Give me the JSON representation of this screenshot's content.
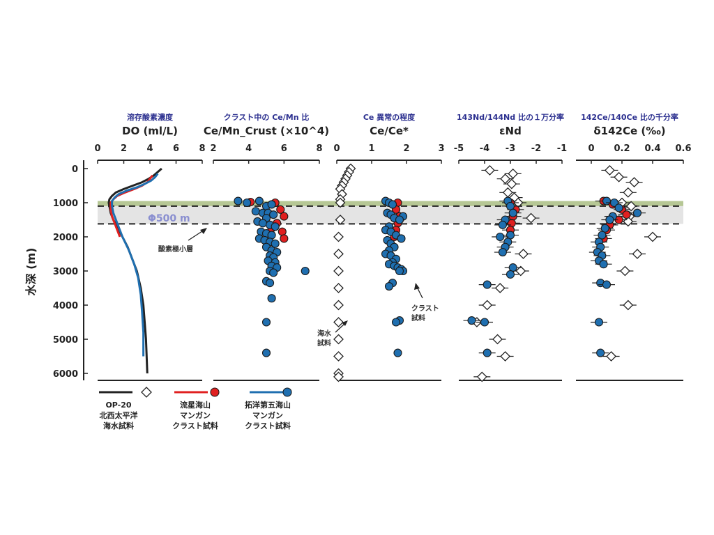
{
  "y_axis": {
    "label": "水深 (m)",
    "range": [
      0,
      6200
    ],
    "ticks": [
      "0",
      "1000",
      "2000",
      "3000",
      "4000",
      "5000",
      "6000"
    ]
  },
  "bands": {
    "omz_label": "酸素極小層",
    "thickness_label": "Φ500 m",
    "green_range": [
      950,
      1100
    ],
    "gray_range": [
      1100,
      1620
    ]
  },
  "annotations": {
    "crust": "クラスト\n試料",
    "seawater": "海水\n試料"
  },
  "legend": [
    {
      "name": "OP-20\n北西太平洋\n海水試料",
      "color": "#222222",
      "marker": "diamond"
    },
    {
      "name": "流星海山\nマンガン\nクラスト試料",
      "color": "#e02020",
      "marker": "circle"
    },
    {
      "name": "拓洋第五海山\nマンガン\nクラスト試料",
      "color": "#1f6fb0",
      "marker": "circle"
    }
  ],
  "chart_data": [
    {
      "type": "line",
      "panel_jp": "溶存酸素濃度",
      "title": "DO (ml/L)",
      "xlim": [
        0,
        8
      ],
      "xticks": [
        "0",
        "2",
        "4",
        "6",
        "8"
      ],
      "series": [
        {
          "name": "OP-20",
          "color": "#222222",
          "x": [
            4.9,
            4.6,
            4.3,
            3.9,
            3.4,
            2.7,
            2.0,
            1.4,
            1.1,
            0.9,
            0.85,
            0.9,
            1.0,
            1.2,
            1.5,
            1.9,
            2.3,
            2.7,
            3.0,
            3.3,
            3.5,
            3.6,
            3.7,
            3.8
          ],
          "y": [
            0,
            100,
            200,
            300,
            400,
            500,
            600,
            700,
            800,
            900,
            1000,
            1100,
            1300,
            1500,
            1700,
            2000,
            2300,
            2700,
            3000,
            3500,
            4000,
            4500,
            5000,
            6000
          ]
        },
        {
          "name": "流星海山",
          "color": "#e02020",
          "x": [
            4.2,
            4.0,
            3.8,
            3.4,
            2.8,
            2.1,
            1.5,
            1.2,
            1.0,
            1.0,
            1.1,
            1.3,
            1.5,
            1.7
          ],
          "y": [
            200,
            300,
            400,
            500,
            600,
            700,
            800,
            900,
            1000,
            1200,
            1400,
            1600,
            1800,
            2000
          ]
        },
        {
          "name": "拓洋第五海山",
          "color": "#1f6fb0",
          "x": [
            4.6,
            4.4,
            4.1,
            3.6,
            3.0,
            2.2,
            1.6,
            1.3,
            1.1,
            1.1,
            1.2,
            1.5,
            1.9,
            2.4,
            2.8,
            3.1,
            3.3,
            3.4,
            3.5,
            3.5
          ],
          "y": [
            150,
            250,
            350,
            450,
            550,
            650,
            750,
            850,
            950,
            1100,
            1300,
            1600,
            2000,
            2400,
            2800,
            3200,
            3700,
            4200,
            4800,
            5500
          ]
        }
      ]
    },
    {
      "type": "scatter",
      "panel_jp": "クラスト中の Ce/Mn 比",
      "title": "Ce/Mn_Crust (×10^4)",
      "xlim": [
        2,
        8
      ],
      "xticks": [
        "2",
        "4",
        "6",
        "8"
      ],
      "series": [
        {
          "name": "流星海山",
          "color": "#e02020",
          "x": [
            4.1,
            5.5,
            5.8,
            6.0,
            5.6,
            5.3,
            5.9,
            6.0
          ],
          "y": [
            980,
            1000,
            1200,
            1400,
            1600,
            1750,
            1850,
            2050
          ]
        },
        {
          "name": "拓洋第五海山",
          "color": "#1f6fb0",
          "x": [
            3.4,
            3.9,
            4.6,
            5.0,
            5.3,
            4.4,
            4.8,
            5.1,
            5.4,
            5.0,
            4.5,
            4.8,
            5.2,
            5.5,
            4.7,
            5.0,
            5.3,
            4.6,
            4.9,
            5.2,
            5.5,
            5.0,
            5.3,
            5.6,
            5.2,
            5.4,
            5.1,
            5.5,
            5.3,
            5.6,
            5.2,
            5.4,
            7.2,
            5.0,
            5.2,
            5.3,
            5.0,
            5.0
          ],
          "y": [
            950,
            1000,
            950,
            1100,
            1050,
            1250,
            1300,
            1300,
            1350,
            1450,
            1550,
            1600,
            1650,
            1700,
            1850,
            1900,
            1950,
            2050,
            2100,
            2150,
            2200,
            2300,
            2400,
            2450,
            2550,
            2600,
            2700,
            2750,
            2850,
            2900,
            3000,
            3050,
            3000,
            3300,
            3350,
            3800,
            4500,
            5400
          ]
        }
      ]
    },
    {
      "type": "scatter",
      "panel_jp": "Ce 異常の程度",
      "title": "Ce/Ce*",
      "xlim": [
        0,
        3
      ],
      "xticks": [
        "0",
        "1",
        "2",
        "3"
      ],
      "series": [
        {
          "name": "OP-20",
          "color": "#222222",
          "marker": "diamond",
          "x": [
            0.4,
            0.35,
            0.3,
            0.25,
            0.2,
            0.15,
            0.1,
            0.15,
            0.1,
            0.1,
            0.1,
            0.05,
            0.05,
            0.05,
            0.05,
            0.05,
            0.05,
            0.05,
            0.05,
            0.05,
            0.05
          ],
          "y": [
            0,
            100,
            200,
            300,
            400,
            500,
            600,
            750,
            900,
            1000,
            1500,
            2000,
            2500,
            3000,
            3500,
            4000,
            4500,
            5000,
            5500,
            6000,
            6100
          ]
        },
        {
          "name": "流星海山",
          "color": "#e02020",
          "x": [
            1.75,
            1.7,
            1.8,
            1.75,
            1.7,
            1.65,
            1.8
          ],
          "y": [
            1000,
            1200,
            1400,
            1600,
            1800,
            2000,
            1500
          ]
        },
        {
          "name": "拓洋第五海山",
          "color": "#1f6fb0",
          "x": [
            1.4,
            1.5,
            1.6,
            1.9,
            1.45,
            1.55,
            1.65,
            1.8,
            1.5,
            1.4,
            1.55,
            1.7,
            1.85,
            1.45,
            1.55,
            1.65,
            1.5,
            1.4,
            1.55,
            1.7,
            1.6,
            1.5,
            1.65,
            1.75,
            1.85,
            1.9,
            1.6,
            1.5,
            1.8,
            1.7,
            1.75,
            1.8
          ],
          "y": [
            950,
            1000,
            1050,
            1400,
            1300,
            1350,
            1450,
            1500,
            1700,
            1800,
            1850,
            1950,
            2050,
            2100,
            2200,
            2300,
            2400,
            2500,
            2550,
            2650,
            2750,
            2800,
            2850,
            2900,
            2950,
            3000,
            3350,
            3450,
            4450,
            4500,
            5400,
            3000
          ]
        }
      ]
    },
    {
      "type": "scatter",
      "panel_jp": "143Nd/144Nd 比の１万分率",
      "title": "εNd",
      "xlim": [
        -5,
        -1
      ],
      "xticks": [
        "-5",
        "-4",
        "-3",
        "-2",
        "-1"
      ],
      "series": [
        {
          "name": "OP-20",
          "color": "#222222",
          "marker": "diamond",
          "x": [
            -3.8,
            -2.9,
            -3.2,
            -2.95,
            -3.1,
            -2.85,
            -2.7,
            -2.2,
            -2.5,
            -2.6,
            -3.4,
            -3.9,
            -4.3,
            -3.5,
            -3.2,
            -4.1
          ],
          "y": [
            50,
            150,
            300,
            450,
            700,
            850,
            1000,
            1450,
            2500,
            3000,
            3500,
            4000,
            4500,
            5000,
            5500,
            6100
          ]
        },
        {
          "name": "流星海山",
          "color": "#e02020",
          "x": [
            -3.0,
            -2.8,
            -2.9,
            -2.95,
            -3.0
          ],
          "y": [
            1000,
            1200,
            1400,
            1600,
            1800
          ]
        },
        {
          "name": "拓洋第五海山",
          "color": "#1f6fb0",
          "x": [
            -3.1,
            -3.0,
            -2.9,
            -3.2,
            -3.3,
            -3.0,
            -3.4,
            -3.1,
            -3.2,
            -3.3,
            -2.9,
            -3.0,
            -3.9,
            -4.5,
            -4.0,
            -3.9
          ],
          "y": [
            950,
            1100,
            1300,
            1500,
            1650,
            1950,
            2000,
            2150,
            2300,
            2450,
            2900,
            3100,
            3400,
            4450,
            4500,
            5400
          ]
        }
      ]
    },
    {
      "type": "scatter",
      "panel_jp": "142Ce/140Ce 比の千分率",
      "title": "δ142Ce (‰)",
      "xlim": [
        -0.1,
        0.6
      ],
      "xticks": [
        "0",
        "0.2",
        "0.4",
        "0.6"
      ],
      "series": [
        {
          "name": "OP-20",
          "color": "#222222",
          "marker": "diamond",
          "x": [
            0.12,
            0.18,
            0.28,
            0.24,
            0.2,
            0.26,
            0.25,
            0.24,
            0.4,
            0.3,
            0.22,
            0.24,
            0.13
          ],
          "y": [
            50,
            250,
            400,
            700,
            1000,
            1100,
            1400,
            1550,
            2000,
            2500,
            3000,
            4000,
            5500
          ]
        },
        {
          "name": "流星海山",
          "color": "#e02020",
          "x": [
            0.08,
            0.14,
            0.2,
            0.23,
            0.18,
            0.12,
            0.1,
            0.08
          ],
          "y": [
            950,
            1050,
            1200,
            1350,
            1500,
            1650,
            1800,
            2050
          ]
        },
        {
          "name": "拓洋第五海山",
          "color": "#1f6fb0",
          "x": [
            0.1,
            0.15,
            0.18,
            0.3,
            0.14,
            0.12,
            0.09,
            0.07,
            0.05,
            0.06,
            0.04,
            0.07,
            0.05,
            0.08,
            0.06,
            0.1,
            0.05,
            0.06
          ],
          "y": [
            950,
            1000,
            1150,
            1300,
            1400,
            1500,
            1750,
            1950,
            2150,
            2300,
            2450,
            2550,
            2700,
            2800,
            3350,
            3400,
            4500,
            5400
          ]
        }
      ]
    }
  ]
}
